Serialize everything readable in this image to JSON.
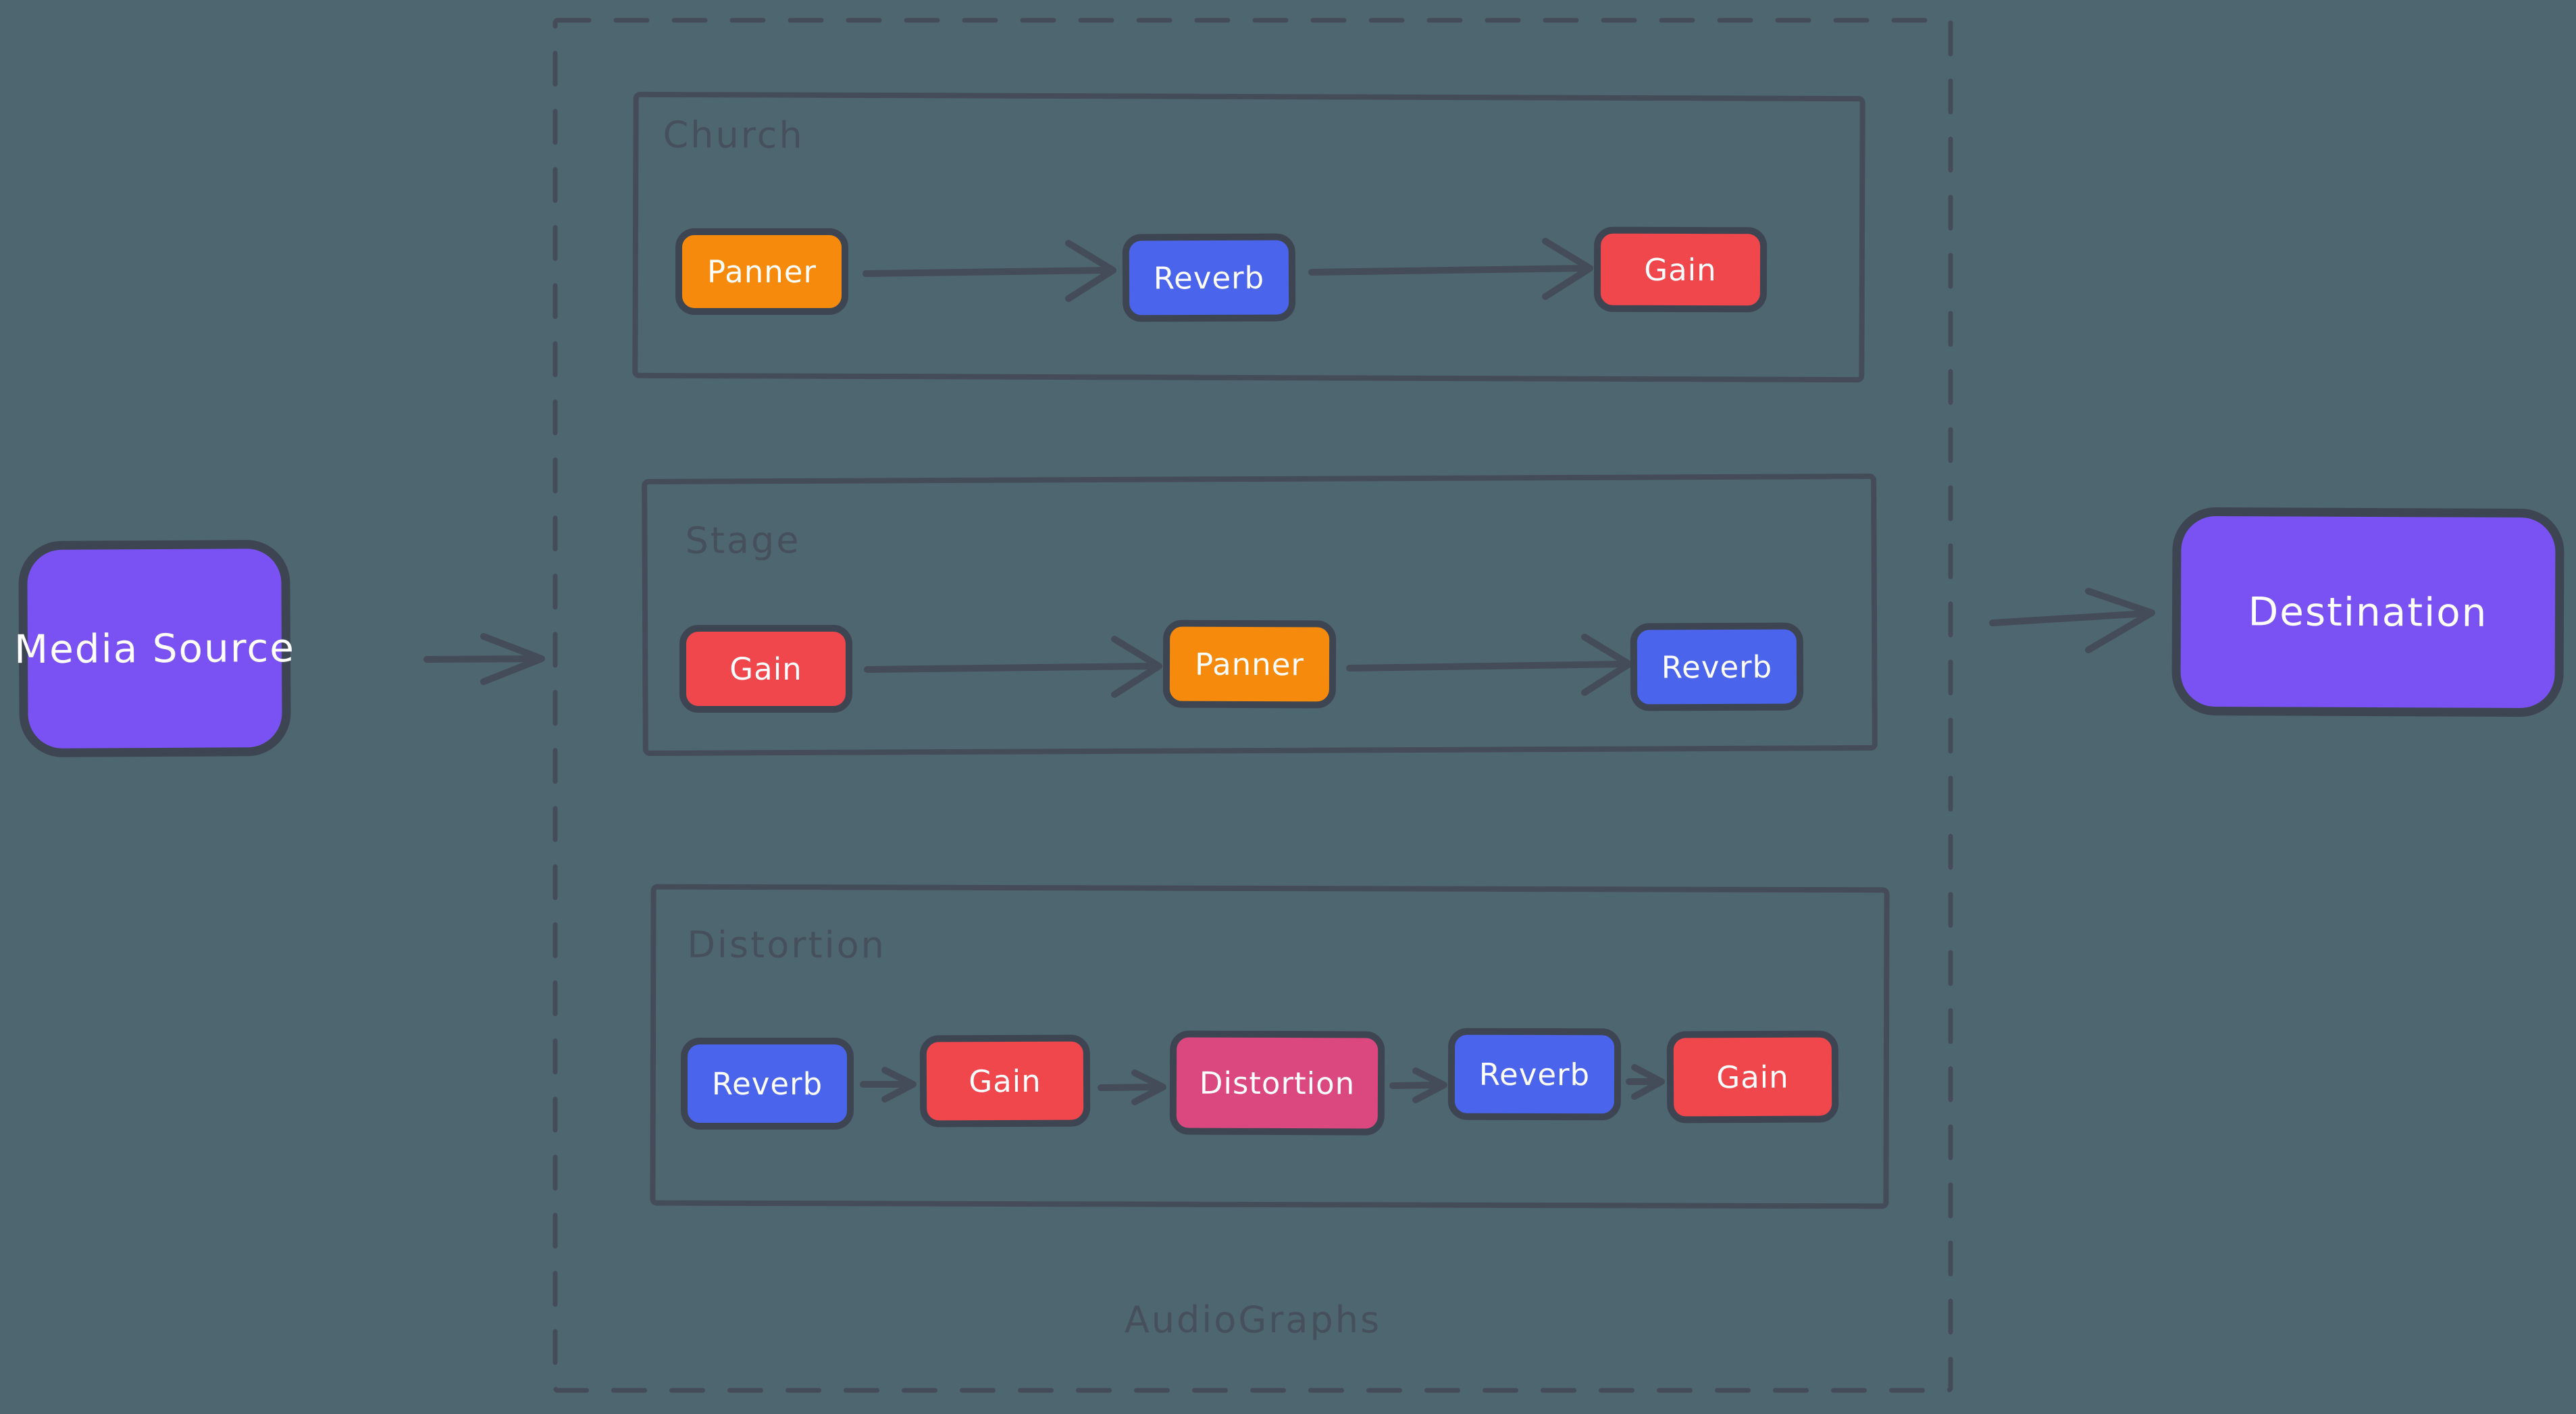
{
  "palette": {
    "background": "#4E6670",
    "stroke": "#454C59",
    "node_border": "#3E4552",
    "group_label": "#46505C",
    "node_text": "#FFFFFF",
    "purple": "#7A52F4",
    "orange": "#F68A0C",
    "blue": "#4A64EB",
    "red": "#F0474D",
    "pink": "#DB4880"
  },
  "source_node": {
    "label": "Media Source",
    "color": "#7A52F4"
  },
  "destination_node": {
    "label": "Destination",
    "color": "#7A52F4"
  },
  "audiographs_container": {
    "label": "AudioGraphs"
  },
  "groups": [
    {
      "label": "Church",
      "nodes": [
        {
          "label": "Panner",
          "color": "#F68A0C"
        },
        {
          "label": "Reverb",
          "color": "#4A64EB"
        },
        {
          "label": "Gain",
          "color": "#F0474D"
        }
      ]
    },
    {
      "label": "Stage",
      "nodes": [
        {
          "label": "Gain",
          "color": "#F0474D"
        },
        {
          "label": "Panner",
          "color": "#F68A0C"
        },
        {
          "label": "Reverb",
          "color": "#4A64EB"
        }
      ]
    },
    {
      "label": "Distortion",
      "nodes": [
        {
          "label": "Reverb",
          "color": "#4A64EB"
        },
        {
          "label": "Gain",
          "color": "#F0474D"
        },
        {
          "label": "Distortion",
          "color": "#DB4880"
        },
        {
          "label": "Reverb",
          "color": "#4A64EB"
        },
        {
          "label": "Gain",
          "color": "#F0474D"
        }
      ]
    }
  ]
}
